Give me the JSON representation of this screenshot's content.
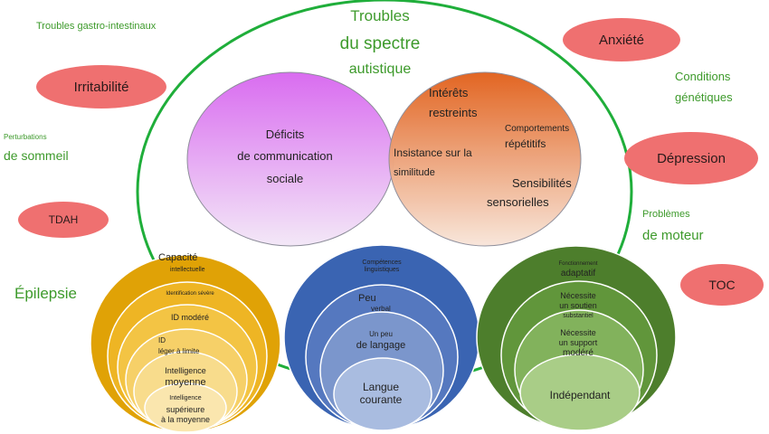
{
  "central": {
    "title_lines": [
      "Troubles",
      "du spectre",
      "autistique"
    ],
    "social": [
      "Déficits",
      "de communication",
      "sociale"
    ],
    "interests": {
      "a": [
        "Intérêts",
        "restreints"
      ],
      "b": [
        "Comportements",
        "répétitifs"
      ],
      "c": [
        "Insistance sur la",
        "similitude"
      ],
      "d": [
        "Sensibilités",
        "sensorielles"
      ]
    }
  },
  "comorbidities": {
    "gastro": "Troubles gastro-intestinaux",
    "irritability": "Irritabilité",
    "sleep_small": "Perturbations",
    "sleep": "de sommeil",
    "tdah": "TDAH",
    "epilepsy": "Épilepsie",
    "anxiety": "Anxiété",
    "genetic": [
      "Conditions",
      "génétiques"
    ],
    "depression": "Dépression",
    "motor": [
      "Problèmes",
      "de moteur"
    ],
    "toc": "TOC"
  },
  "intellect": {
    "title": [
      "Capacité",
      "intellectuelle"
    ],
    "levels": [
      [
        "Identification sévère"
      ],
      [
        "ID modéré"
      ],
      [
        "ID",
        "léger à limite"
      ],
      [
        "Intelligence",
        "moyenne"
      ],
      [
        "Intelligence",
        "supérieure",
        "à la moyenne"
      ]
    ]
  },
  "language": {
    "title": [
      "Compétences",
      "linguistiques"
    ],
    "levels": [
      [
        "Peu",
        "verbal"
      ],
      [
        "Un peu",
        "de langage"
      ],
      [
        "Langue",
        "courante"
      ]
    ]
  },
  "adaptive": {
    "title": [
      "Fonctionnement",
      "adaptatif"
    ],
    "levels": [
      [
        "Nécessite",
        "un soutien",
        "substantiel"
      ],
      [
        "Nécessite",
        "un support",
        "modéré"
      ],
      [
        "Indépendant"
      ]
    ]
  },
  "colors": {
    "outline": "#1fae3a",
    "salmon": "#ef7070",
    "intellect": [
      "#e0a206",
      "#eeb524",
      "#f3c444",
      "#f6d068",
      "#f8dc8c",
      "#fae6ae"
    ],
    "language": [
      "#3a64b2",
      "#5578bf",
      "#7b96cc",
      "#a9bce0"
    ],
    "adaptive": [
      "#4d7e2c",
      "#61963b",
      "#82b25c",
      "#a9cd87"
    ],
    "social_gradient": [
      "#d96cf0",
      "#f3e8f7"
    ],
    "interest_gradient": [
      "#e2611c",
      "#f8e6da"
    ]
  }
}
